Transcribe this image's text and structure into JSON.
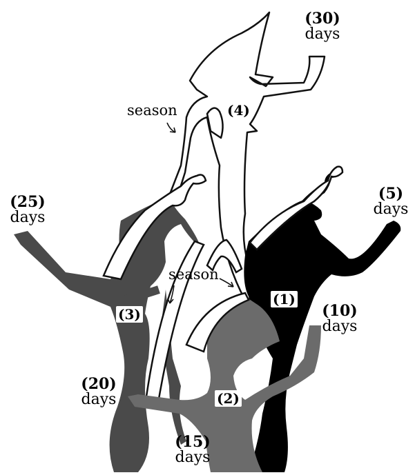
{
  "labels": {
    "d30": {
      "num": "(30)",
      "unit": "days"
    },
    "d25": {
      "num": "(25)",
      "unit": "days"
    },
    "d5": {
      "num": "(5)",
      "unit": "days"
    },
    "d10": {
      "num": "(10)",
      "unit": "days"
    },
    "d20": {
      "num": "(20)",
      "unit": "days"
    },
    "d15": {
      "num": "(15)",
      "unit": "days"
    }
  },
  "figures": {
    "f1": "(1)",
    "f2": "(2)",
    "f3": "(3)",
    "f4": "(4)"
  },
  "season_top": "season",
  "season_mid": "season",
  "colors": {
    "black_figure": "#000000",
    "gray_figure": "#6b6b6b",
    "dark_figure": "#4a4a4a",
    "outline": "#111111"
  }
}
